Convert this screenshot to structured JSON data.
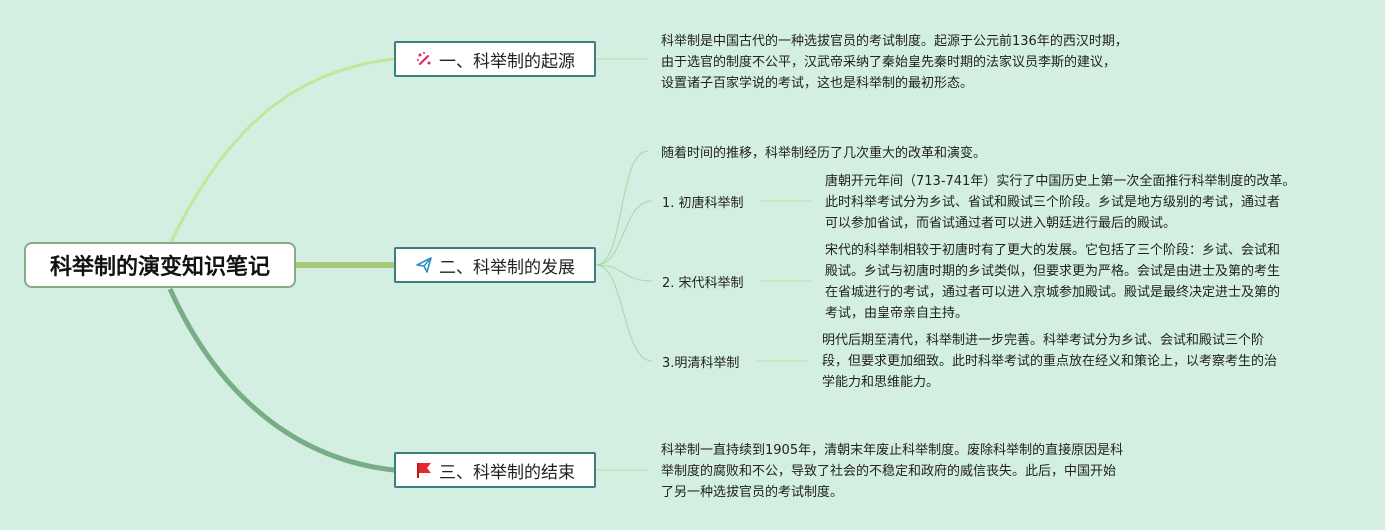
{
  "root": {
    "title": "科举制的演变知识笔记"
  },
  "topics": [
    {
      "label": "一、科举制的起源",
      "icon": "sparkle-icon",
      "desc_lines": [
        "科举制是中国古代的一种选拔官员的考试制度。起源于公元前136年的西汉时期，",
        "由于选官的制度不公平，汉武帝采纳了秦始皇先秦时期的法家议员李斯的建议，",
        "设置诸子百家学说的考试，这也是科举制的最初形态。"
      ]
    },
    {
      "label": "二、科举制的发展",
      "icon": "paper-plane-icon",
      "intro": "随着时间的推移，科举制经历了几次重大的改革和演变。",
      "subs": [
        {
          "label": "1. 初唐科举制",
          "desc_lines": [
            "唐朝开元年间（713-741年）实行了中国历史上第一次全面推行科举制度的改革。",
            "此时科举考试分为乡试、省试和殿试三个阶段。乡试是地方级别的考试，通过者",
            "可以参加省试，而省试通过者可以进入朝廷进行最后的殿试。"
          ]
        },
        {
          "label": "2. 宋代科举制",
          "desc_lines": [
            "宋代的科举制相较于初唐时有了更大的发展。它包括了三个阶段：乡试、会试和",
            "殿试。乡试与初唐时期的乡试类似，但要求更为严格。会试是由进士及第的考生",
            "在省城进行的考试，通过者可以进入京城参加殿试。殿试是最终决定进士及第的",
            "考试，由皇帝亲自主持。"
          ]
        },
        {
          "label": "3.明清科举制",
          "desc_lines": [
            "明代后期至清代，科举制进一步完善。科举考试分为乡试、会试和殿试三个阶",
            "段，但要求更加细致。此时科举考试的重点放在经义和策论上，以考察考生的治",
            "学能力和思维能力。"
          ]
        }
      ]
    },
    {
      "label": "三、科举制的结束",
      "icon": "red-flag-icon",
      "desc_lines": [
        "科举制一直持续到1905年，清朝末年废止科举制度。废除科举制的直接原因是科",
        "举制度的腐败和不公，导致了社会的不稳定和政府的威信丧失。此后，中国开始",
        "了另一种选拔官员的考试制度。"
      ]
    }
  ],
  "colors": {
    "branch1": "#c4e69a",
    "branch2": "#a6c97a",
    "branch3": "#78ad86",
    "thin": "#a9d7a0"
  }
}
